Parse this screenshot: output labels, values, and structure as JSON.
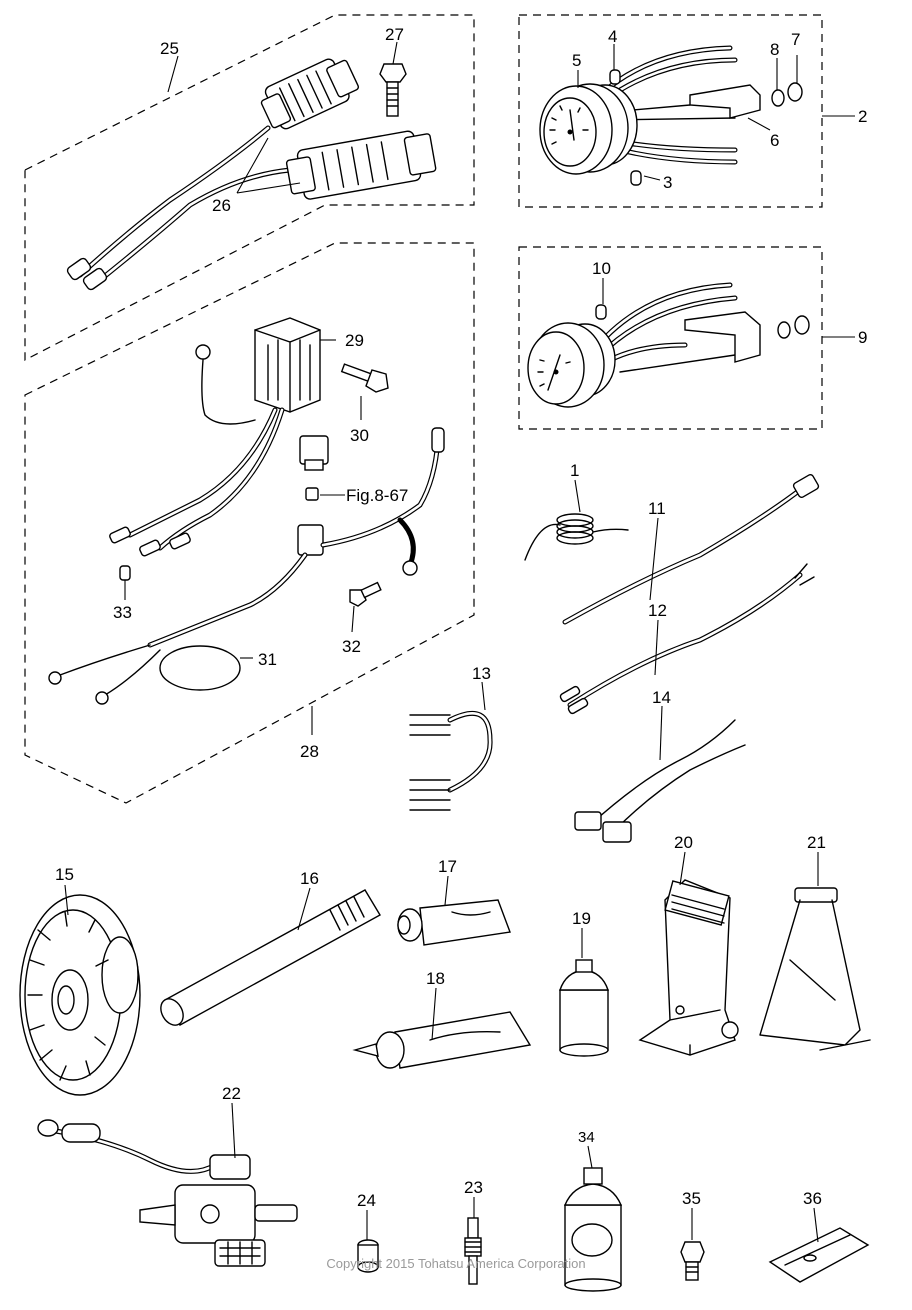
{
  "labels": {
    "p1": "1",
    "p2": "2",
    "p3": "3",
    "p4": "4",
    "p5": "5",
    "p6": "6",
    "p7": "7",
    "p8": "8",
    "p9": "9",
    "p10": "10",
    "p11": "11",
    "p12": "12",
    "p13": "13",
    "p14": "14",
    "p15": "15",
    "p16": "16",
    "p17": "17",
    "p18": "18",
    "p19": "19",
    "p20": "20",
    "p21": "21",
    "p22": "22",
    "p23": "23",
    "p24": "24",
    "p25": "25",
    "p26": "26",
    "p27": "27",
    "p28": "28",
    "p29": "29",
    "p30": "30",
    "p31": "31",
    "p32": "32",
    "p33": "33",
    "p34": "34",
    "p35": "35",
    "p36": "36"
  },
  "fig_ref": "Fig.8-67",
  "copyright": "Copyright 2015 Tohatsu America Corporation"
}
